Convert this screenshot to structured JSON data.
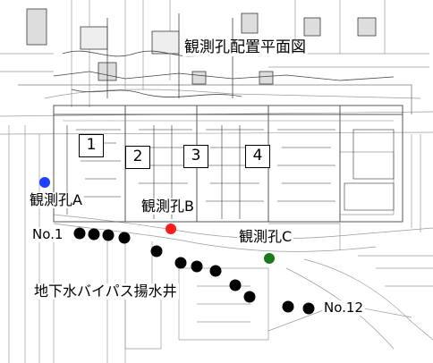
{
  "title": "観測孔配置平面図",
  "units": [
    "1",
    "2",
    "3",
    "4"
  ],
  "observation_wells": [
    {
      "label": "観測孔A",
      "color": "#1f3fff"
    },
    {
      "label": "観測孔B",
      "color": "#ff1a1a"
    },
    {
      "label": "観測孔C",
      "color": "#1a7a1a"
    }
  ],
  "bypass": {
    "label": "地下水バイパス揚水井",
    "first_well_label": "No.1",
    "last_well_label": "No.12",
    "well_count": 12,
    "well_color": "#000000"
  }
}
